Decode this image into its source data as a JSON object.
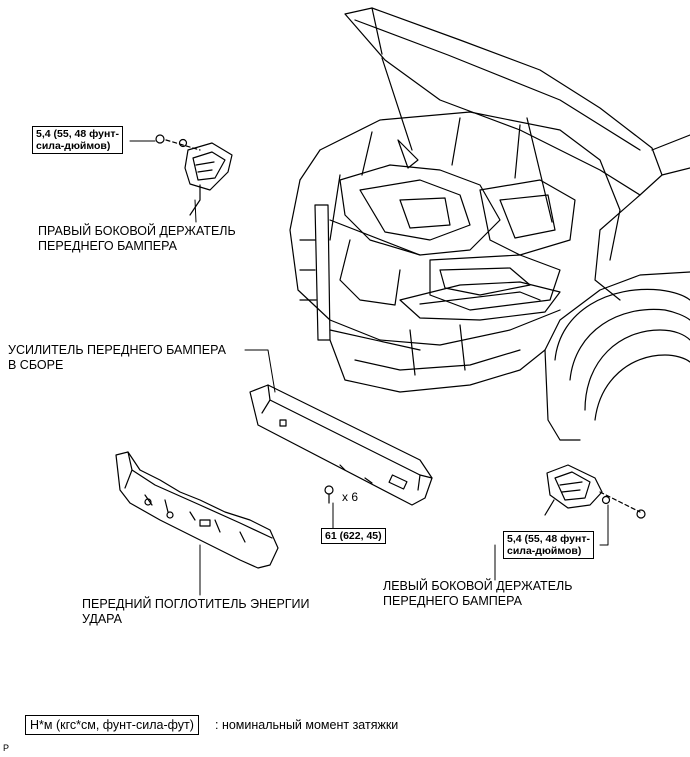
{
  "labels": {
    "right_side_retainer": "ПРАВЫЙ БОКОВОЙ ДЕРЖАТЕЛЬ\nПЕРЕДНЕГО БАМПЕРА",
    "reinforcement": "УСИЛИТЕЛЬ ПЕРЕДНЕГО БАМПЕРА\nВ СБОРЕ",
    "energy_absorber": "ПЕРЕДНИЙ ПОГЛОТИТЕЛЬ ЭНЕРГИИ\nУДАРА",
    "left_side_retainer": "ЛЕВЫЙ БОКОВОЙ ДЕРЖАТЕЛЬ\nПЕРЕДНЕГО БАМПЕРА"
  },
  "torque": {
    "right_retainer": "5,4 (55, 48 фунт-\nсила-дюймов)",
    "left_retainer": "5,4 (55, 48 фунт-\nсила-дюймов)",
    "reinforcement_bolts": "61 (622, 45)"
  },
  "bolt_quantity": "x 6",
  "legend": {
    "unit_box": "Н*м (кгс*см, фунт-сила-фут)",
    "description": ": номинальный момент затяжки"
  },
  "figure_id": "P"
}
